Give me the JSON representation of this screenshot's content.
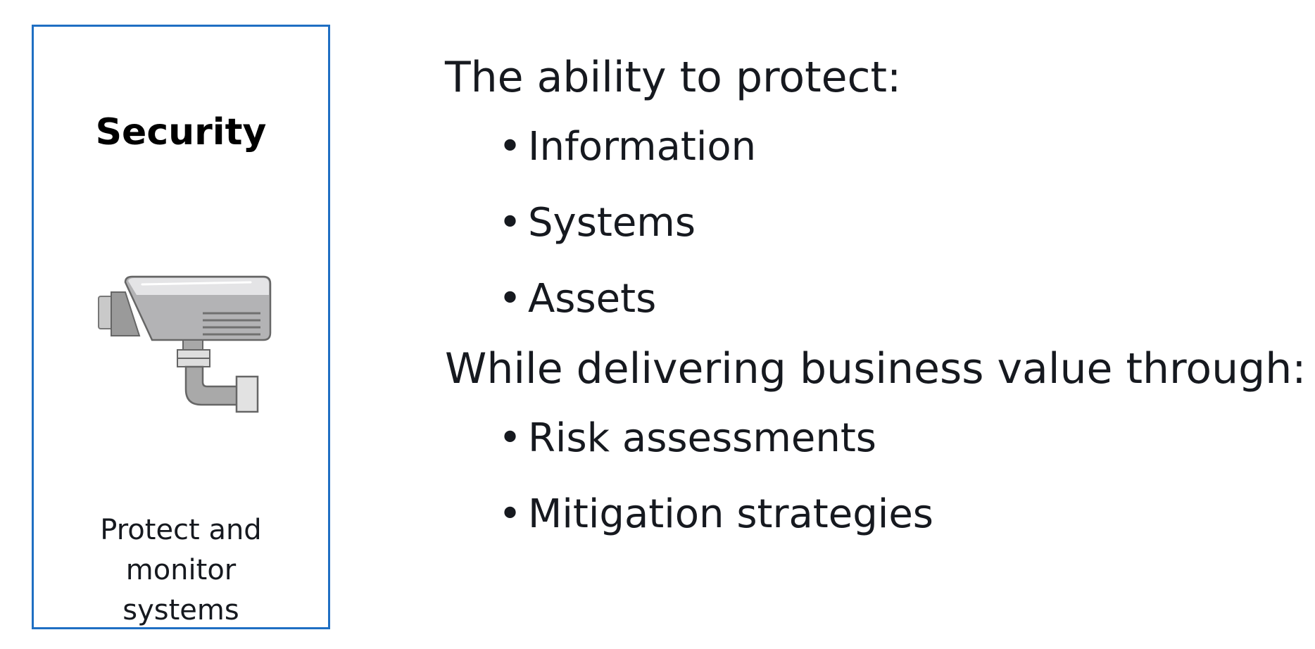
{
  "card": {
    "title": "Security",
    "icon": "security-camera-icon",
    "description_lines": [
      "Protect and",
      "monitor",
      "systems"
    ],
    "border_color": "#1f6fc3"
  },
  "content": {
    "heading_1": "The ability to protect:",
    "list_1": [
      "Information",
      "Systems",
      "Assets"
    ],
    "heading_2": "While delivering business value through:",
    "list_2": [
      "Risk assessments",
      "Mitigation strategies"
    ],
    "bullet_glyph": "•"
  }
}
